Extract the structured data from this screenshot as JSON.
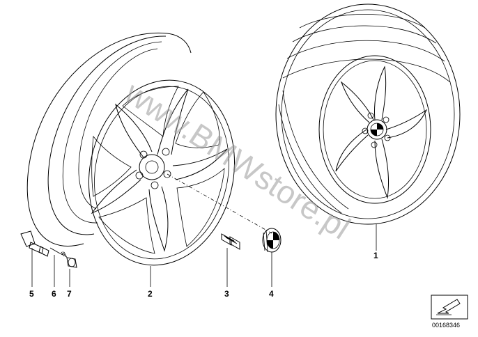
{
  "watermark": "www.BMWstore.pl",
  "callouts": {
    "tire_wheel": "1",
    "light_alloy_rim": "2",
    "wheel_bolt": "3",
    "hub_cap": "4",
    "valve": "5",
    "valve_core": "6",
    "valve_cap": "7"
  },
  "document_number": "00168346",
  "nav_icon": "arrow-icon"
}
